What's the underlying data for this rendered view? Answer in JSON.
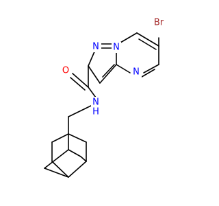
{
  "molecule": {
    "labels": {
      "bromine": "Br",
      "ring_n_top": "N",
      "ring_n_bridge": "N",
      "ring_n_right": "N",
      "carbonyl_o": "O",
      "amide_nh": "N",
      "amide_h": "H"
    },
    "colors": {
      "bond": "#000000",
      "bromine": "#a52a2a",
      "nitrogen": "#0000ff",
      "oxygen": "#ff0000"
    }
  }
}
